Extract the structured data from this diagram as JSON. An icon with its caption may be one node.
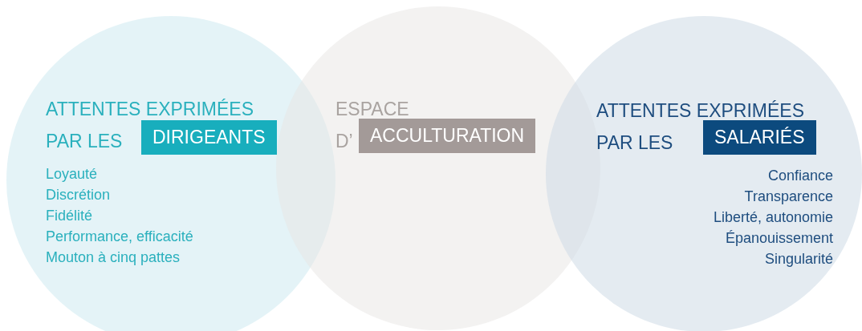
{
  "diagram": {
    "nodes": [
      {
        "text": [
          "ATTENTES EXPRIMÉES",
          "PAR LES",
          "Loyauté",
          "Discrétion",
          "Fidélité",
          "Performance, efficacité",
          "Mouton à cinq pattes"
        ]
      },
      {
        "text": [
          "DIRIGEANTS"
        ],
        "in": 0
      },
      {
        "text": [
          "ESPACE",
          "D’"
        ]
      },
      {
        "text": [
          "ACCULTURATION"
        ],
        "in": 2
      },
      {
        "text": [
          "ATTENTES EXPRIMÉES",
          "PAR LES",
          "Confiance",
          "Transparence",
          "Liberté, autonomie",
          "Épanouissement",
          "Singularité"
        ]
      },
      {
        "text": [
          "SALARIÉS"
        ],
        "in": 4
      }
    ],
    "edges": []
  }
}
